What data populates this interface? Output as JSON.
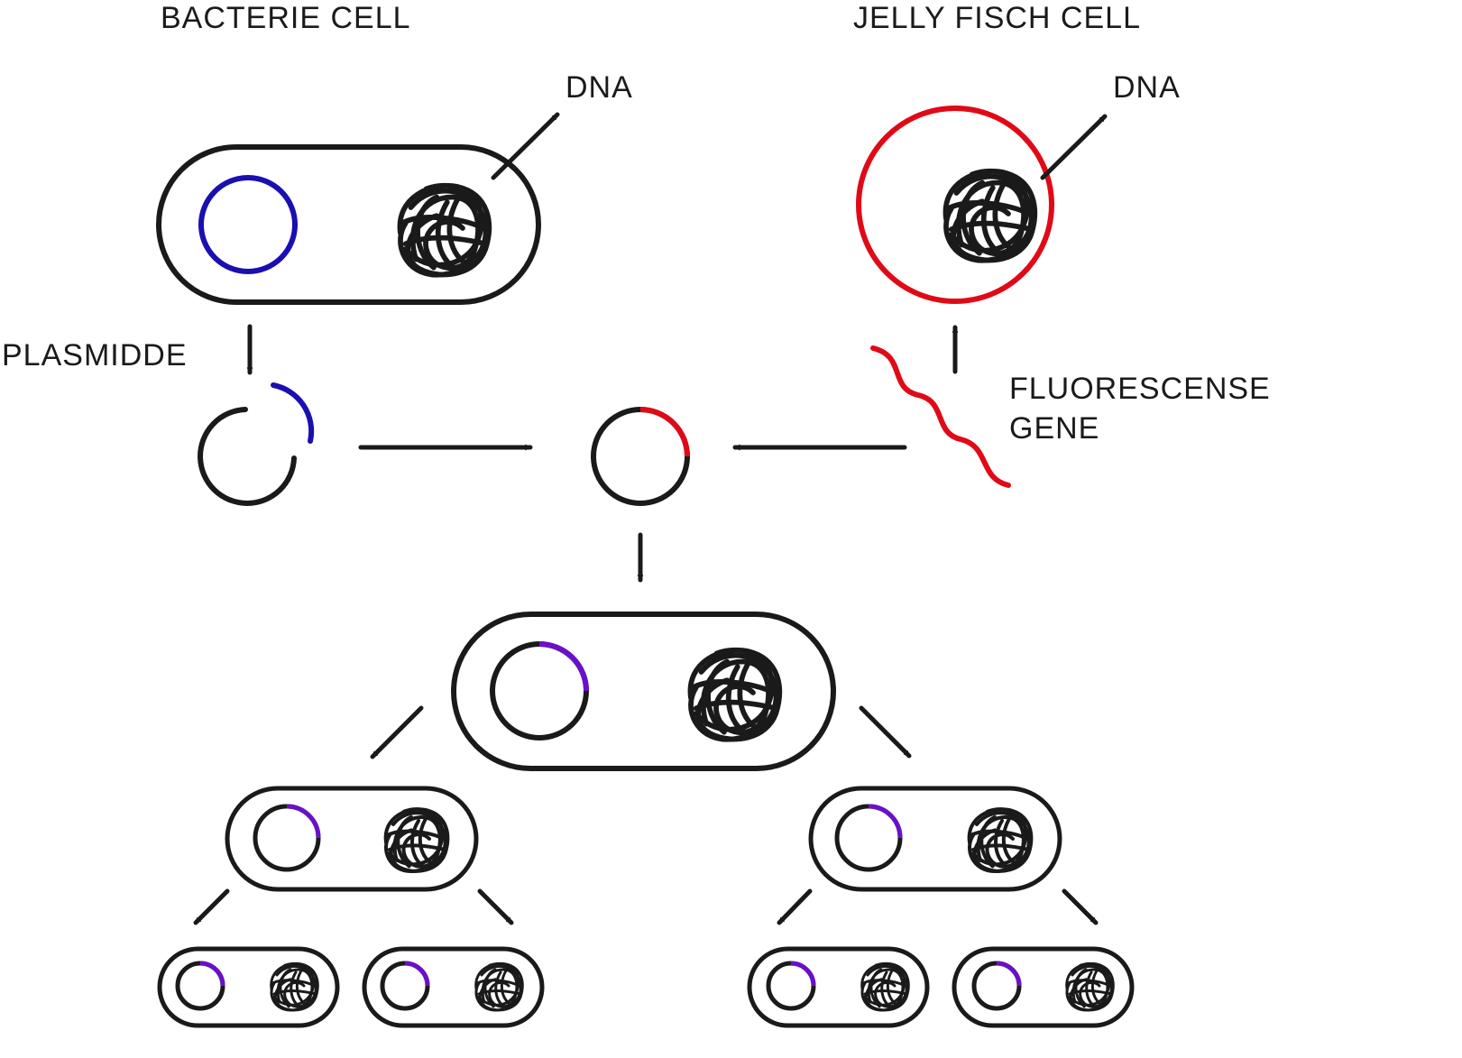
{
  "labels": {
    "bacteria_title": "BACTERIE CELL",
    "jelly_title": "JELLY FISCH CELL",
    "dna_left": "DNA",
    "dna_right": "DNA",
    "plasmid": "PLASMIDDE",
    "gene_line1": "FLUORESCENSE",
    "gene_line2": "GENE"
  },
  "colors": {
    "outline": "#1a1a1a",
    "plasmid": "#1a0fb0",
    "jelly": "#e00a17",
    "recombinant": "#6a10c8"
  }
}
